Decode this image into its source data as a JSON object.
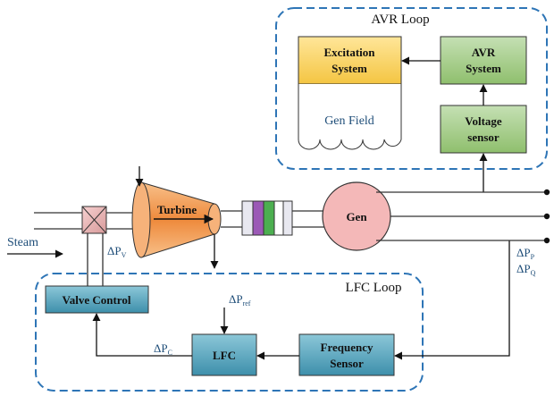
{
  "avr_loop": {
    "title": "AVR Loop",
    "excitation_line1": "Excitation",
    "excitation_line2": "System",
    "gen_field": "Gen Field",
    "avr_line1": "AVR",
    "avr_line2": "System",
    "voltage_line1": "Voltage",
    "voltage_line2": "sensor"
  },
  "lfc_loop": {
    "title": "LFC Loop",
    "valve_control": "Valve Control",
    "lfc": "LFC",
    "freq_line1": "Frequency",
    "freq_line2": "Sensor"
  },
  "plant": {
    "turbine": "Turbine",
    "gen": "Gen",
    "steam": "Steam"
  },
  "signals": {
    "delta_pv": "ΔP",
    "delta_pv_sub": "V",
    "delta_pref": "ΔP",
    "delta_pref_sub": "ref",
    "delta_pc": "ΔP",
    "delta_pc_sub": "C",
    "delta_pp": "ΔP",
    "delta_pp_sub": "P",
    "delta_pq": "ΔP",
    "delta_pq_sub": "Q"
  },
  "colors": {
    "loop_border": "#2e75b6",
    "excitation_fill": "#ffd966",
    "avr_fill": "#a9d18e",
    "lfc_fill": "#5fa8c0",
    "turbine_fill": "#f4a460",
    "gen_fill": "#f4b8b8",
    "coupling_purple": "#9b59b6",
    "coupling_green": "#4caf50"
  }
}
